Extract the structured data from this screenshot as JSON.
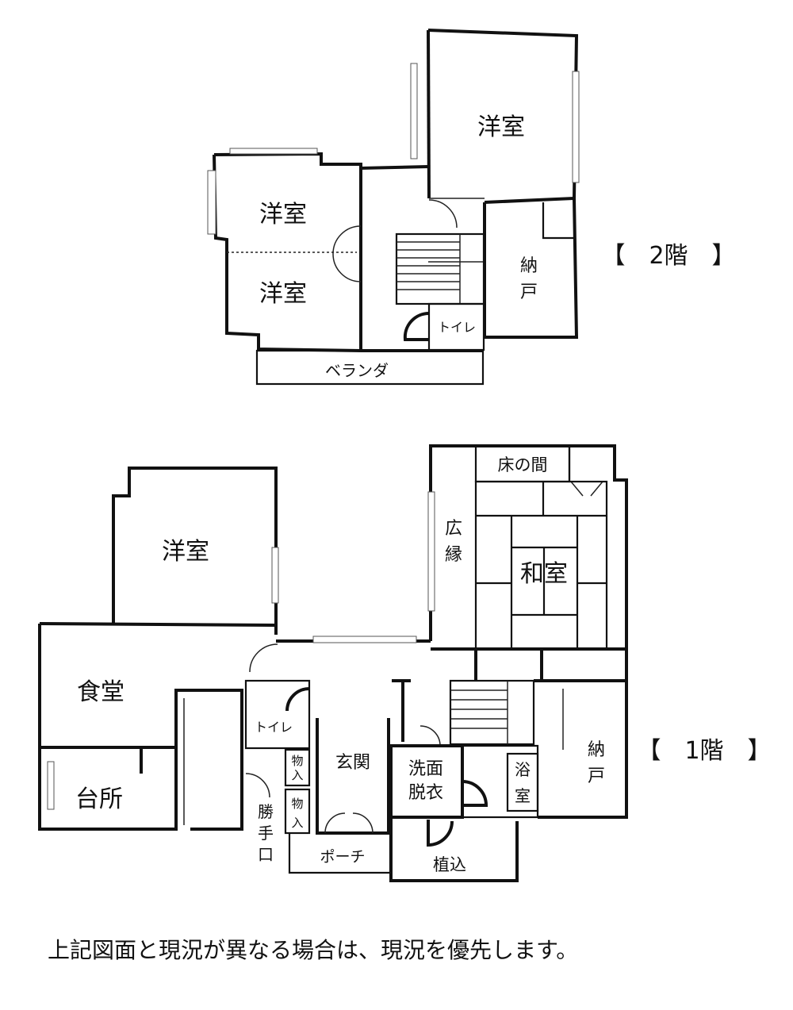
{
  "floor2": {
    "floor_label": "【　2階　】",
    "rooms": {
      "western_room_large": "洋室",
      "western_room_a": "洋室",
      "western_room_b": "洋室",
      "storage_1": "納",
      "storage_2": "戸",
      "toilet": "トイレ",
      "veranda": "ベランダ"
    }
  },
  "floor1": {
    "floor_label": "【　1階　】",
    "rooms": {
      "western_room": "洋室",
      "dining": "食堂",
      "kitchen": "台所",
      "toilet": "トイレ",
      "closet_1a": "物",
      "closet_1b": "入",
      "closet_2a": "物",
      "closet_2b": "入",
      "service_entrance_1": "勝",
      "service_entrance_2": "手",
      "service_entrance_3": "口",
      "entrance": "玄関",
      "porch": "ポーチ",
      "washroom_1": "洗面",
      "washroom_2": "脱衣",
      "planting": "植込",
      "bath_1": "浴",
      "bath_2": "室",
      "storage_1": "納",
      "storage_2": "戸",
      "tokonoma": "床の間",
      "veranda_1": "広",
      "veranda_2": "縁",
      "japanese_room": "和室"
    }
  },
  "footer_note": "上記図面と現況が異なる場合は、現況を優先します。"
}
